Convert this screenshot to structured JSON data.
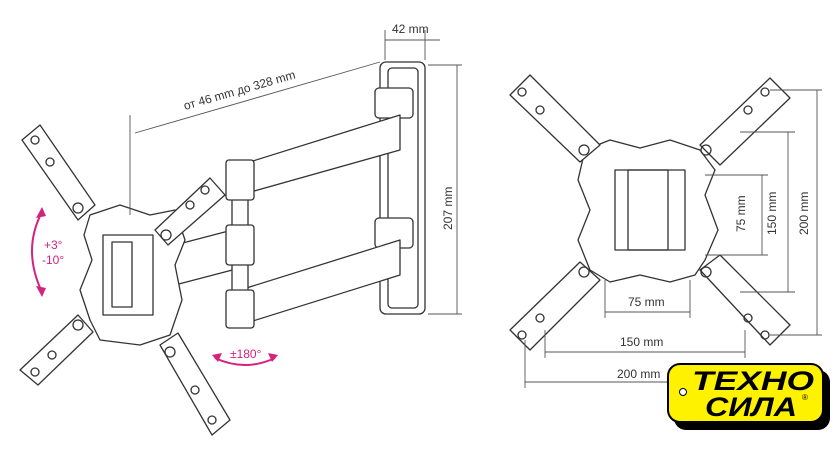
{
  "dimensions_side": {
    "depth": "42 mm",
    "reach": "от 46 mm до 328 mm",
    "height": "207 mm"
  },
  "rotation": {
    "tilt_up": "+3°",
    "tilt_down": "-10°",
    "swivel": "±180°"
  },
  "dimensions_front": {
    "v75": "75 mm",
    "v150": "150 mm",
    "v200": "200 mm",
    "h75": "75 mm",
    "h150": "150 mm",
    "h200": "200 mm"
  },
  "logo": {
    "line1": "ТЕХНО",
    "line2": "СИЛА",
    "mark": "®"
  },
  "colors": {
    "accent": "#d4227f",
    "logo_yellow": "#fff200"
  }
}
